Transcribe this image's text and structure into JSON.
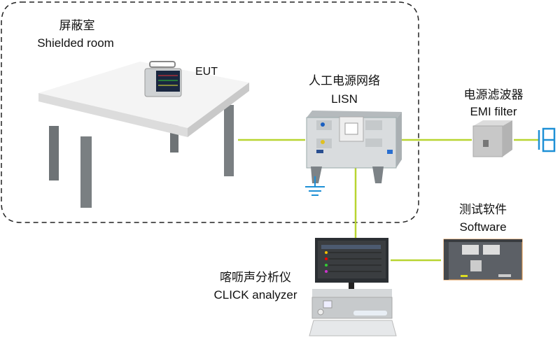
{
  "shielded_room": {
    "zh": "屏蔽室",
    "en": "Shielded room"
  },
  "eut": {
    "label": "EUT"
  },
  "lisn": {
    "zh": "人工电源网络",
    "en": "LISN"
  },
  "emi_filter": {
    "zh": "电源滤波器",
    "en": "EMI filter"
  },
  "software": {
    "zh": "测试软件",
    "en": "Software"
  },
  "analyzer": {
    "zh": "喀呖声分析仪",
    "en": "CLICK analyzer"
  },
  "colors": {
    "cable": "#b8d531",
    "ground": "#1e90d6",
    "dashed_border": "#222222"
  }
}
